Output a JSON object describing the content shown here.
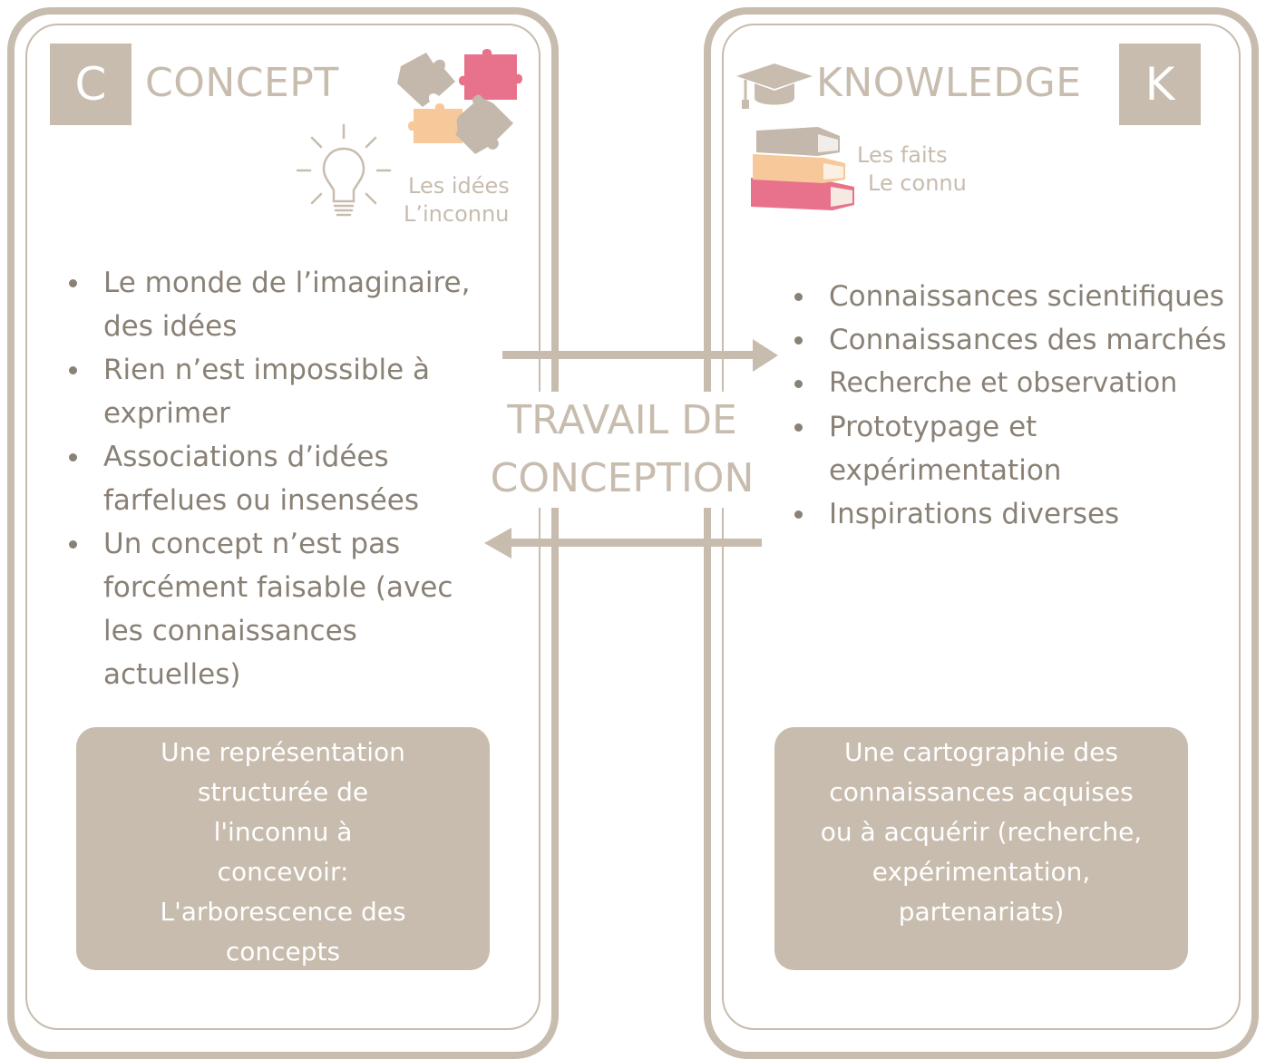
{
  "concept": {
    "letter": "C",
    "title": "CONCEPT",
    "caption_line1": "Les idées",
    "caption_line2": "L’inconnu",
    "bullets": [
      "Le monde de l’imaginaire, des idées",
      "Rien n’est impossible à exprimer",
      "Associations d’idées farfelues ou insensées",
      "Un concept n’est pas forcément faisable (avec les connaissances actuelles)"
    ],
    "summary": "Une représentation structurée de l'inconnu à concevoir: L'arborescence des concepts",
    "icons": [
      "puzzle-icon",
      "lightbulb-icon"
    ]
  },
  "knowledge": {
    "letter": "K",
    "title": "KNOWLEDGE",
    "caption_line1": "Les faits",
    "caption_line2": "Le connu",
    "bullets": [
      "Connaissances scientifiques",
      "Connaissances des marchés",
      "Recherche et observation",
      "Prototypage et expérimentation",
      "Inspirations diverses"
    ],
    "summary": "Une cartographie des connaissances acquises ou à acquérir (recherche, expérimentation, partenariats)",
    "icons": [
      "graduation-cap-icon",
      "books-icon"
    ]
  },
  "center": {
    "line1": "TRAVAIL DE",
    "line2": "CONCEPTION"
  },
  "colors": {
    "beige": "#c7bcae",
    "text": "#8a8176",
    "pink": "#e8728c",
    "peach": "#f7c99a",
    "puzzle_gray": "#c3b8ab"
  }
}
